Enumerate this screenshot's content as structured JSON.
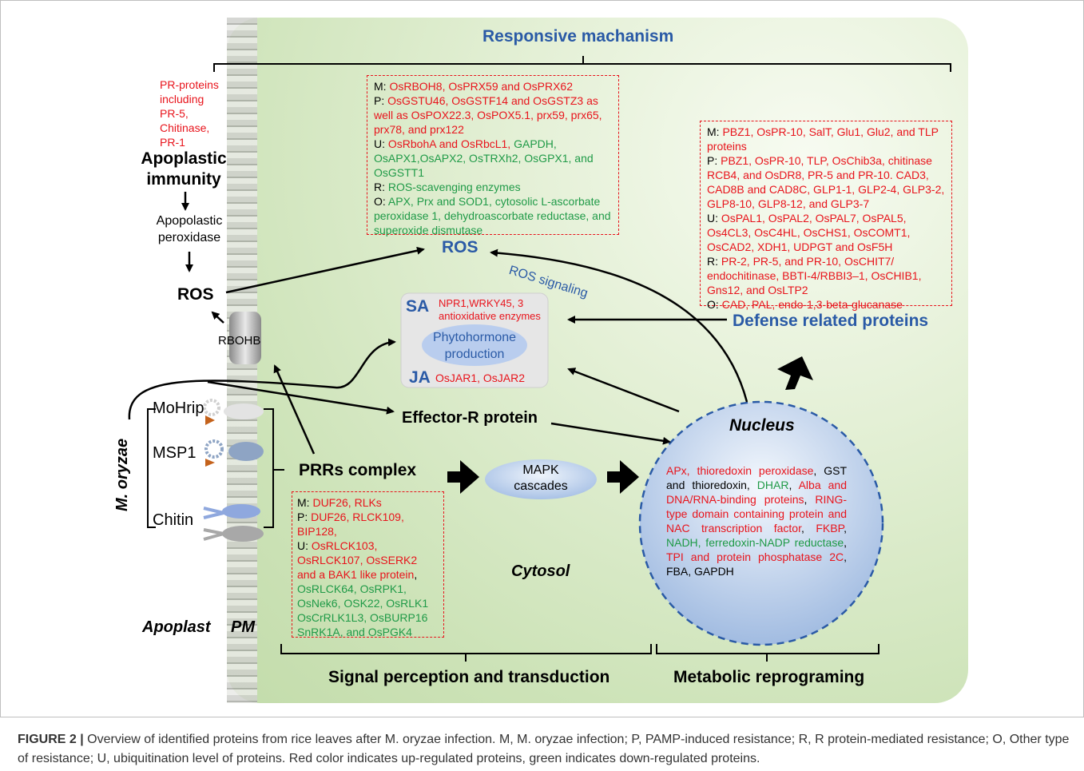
{
  "headings": {
    "responsive": "Responsive machanism",
    "signal": "Signal perception and transduction",
    "metabolic": "Metabolic reprograming"
  },
  "left": {
    "pr_proteins": [
      "PR-proteins",
      "including",
      "PR-5,",
      "Chitinase,",
      "PR-1"
    ],
    "apoplastic": "Apoplastic",
    "immunity": "immunity",
    "peroxidase_1": "Apopolastic",
    "peroxidase_2": "peroxidase",
    "ros": "ROS",
    "rbohb": "RBOHB",
    "pathogen": "M. oryzae",
    "mohrip": "MoHrip",
    "msp1": "MSP1",
    "chitin": "Chitin",
    "apoplast": "Apoplast",
    "pm": "PM"
  },
  "ros_box": [
    [
      {
        "t": "M: ",
        "c": "k"
      },
      {
        "t": "OsRBOH8, OsPRX59 and OsPRX62",
        "c": "r"
      }
    ],
    [
      {
        "t": "P: ",
        "c": "k"
      },
      {
        "t": "OsGSTU46, OsGSTF14 and OsGSTZ3 as well as OsPOX22.3, OsPOX5.1, prx59, prx65, prx78, and prx122",
        "c": "r"
      }
    ],
    [
      {
        "t": "U: ",
        "c": "k"
      },
      {
        "t": "OsRbohA and OsRbcL1, ",
        "c": "r"
      },
      {
        "t": "GAPDH, OsAPX1,OsAPX2, OsTRXh2, OsGPX1, and OsGSTT1",
        "c": "g"
      }
    ],
    [
      {
        "t": "R: ",
        "c": "k"
      },
      {
        "t": "ROS-scavenging enzymes",
        "c": "g"
      }
    ],
    [
      {
        "t": "O: ",
        "c": "k"
      },
      {
        "t": "APX, Prx and SOD1, cytosolic L-ascorbate peroxidase 1, dehydroascorbate reductase, and superoxide dismutase",
        "c": "g"
      }
    ]
  ],
  "center": {
    "ros": "ROS",
    "ros_signaling": "ROS signaling",
    "sa": "SA",
    "sa_text_1": "NPR1,WRKY45, 3",
    "sa_text_2": "antioxidative enzymes",
    "phyto_1": "Phytohormone",
    "phyto_2": "production",
    "ja": "JA",
    "ja_text": "OsJAR1, OsJAR2",
    "effector": "Effector-R protein",
    "prrs": "PRRs complex",
    "mapk_1": "MAPK",
    "mapk_2": "cascades",
    "cytosol": "Cytosol",
    "nucleus": "Nucleus",
    "defense": "Defense related proteins"
  },
  "defense_box": [
    [
      {
        "t": "M: ",
        "c": "k"
      },
      {
        "t": "PBZ1, OsPR-10, SalT, Glu1, Glu2, and TLP proteins",
        "c": "r"
      }
    ],
    [
      {
        "t": "P: ",
        "c": "k"
      },
      {
        "t": "PBZ1, OsPR-10, TLP, OsChib3a, chitinase RCB4, and OsDR8, PR-5 and PR-10. CAD3, CAD8B and CAD8C, GLP1-1, GLP2-4, GLP3-2, GLP8-10, GLP8-12, and GLP3-7",
        "c": "r"
      }
    ],
    [
      {
        "t": "U: ",
        "c": "k"
      },
      {
        "t": "OsPAL1, OsPAL2, OsPAL7, OsPAL5, Os4CL3, OsC4HL, OsCHS1, OsCOMT1, OsCAD2, XDH1, UDPGT and OsF5H",
        "c": "r"
      }
    ],
    [
      {
        "t": "R: ",
        "c": "k"
      },
      {
        "t": "PR-2, PR-5, and PR-10, OsCHIT7/ endochitinase, BBTI-4/RBBI3–1, OsCHIB1, Gns12, and OsLTP2",
        "c": "r"
      }
    ],
    [
      {
        "t": "O: ",
        "c": "k"
      },
      {
        "t": "CAD, PAL, endo-1,3-beta-glucanase",
        "c": "r"
      }
    ]
  ],
  "prr_box": [
    [
      {
        "t": "M: ",
        "c": "k"
      },
      {
        "t": "DUF26, RLKs",
        "c": "r"
      }
    ],
    [
      {
        "t": "P: ",
        "c": "k"
      },
      {
        "t": "DUF26, RLCK109, BIP128,",
        "c": "r"
      }
    ],
    [
      {
        "t": "U: ",
        "c": "k"
      },
      {
        "t": "OsRLCK103, OsRLCK107, OsSERK2 and a BAK1 like protein",
        "c": "r"
      },
      {
        "t": ", ",
        "c": "k"
      },
      {
        "t": "OsRLCK64, OsRPK1, OsNek6, OSK22, OsRLK1 OsCrRLK1L3, OsBURP16 SnRK1A, and OsPGK4",
        "c": "g"
      }
    ]
  ],
  "nucleus_box": [
    [
      {
        "t": "APx, thioredoxin peroxidase",
        "c": "r"
      },
      {
        "t": ", GST and thioredoxin, ",
        "c": "k"
      },
      {
        "t": "DHAR",
        "c": "g"
      },
      {
        "t": ", ",
        "c": "k"
      },
      {
        "t": "Alba and DNA/RNA-binding proteins",
        "c": "r"
      },
      {
        "t": ", ",
        "c": "k"
      },
      {
        "t": "RING-type domain containing protein and NAC transcription factor",
        "c": "r"
      },
      {
        "t": ", ",
        "c": "k"
      },
      {
        "t": "FKBP",
        "c": "r"
      },
      {
        "t": ", ",
        "c": "k"
      },
      {
        "t": "NADH, ferredoxin-NADP reductase",
        "c": "g"
      },
      {
        "t": ", ",
        "c": "k"
      },
      {
        "t": "TPI and protein phosphatase 2C",
        "c": "r"
      },
      {
        "t": ", FBA, GAPDH",
        "c": "k"
      }
    ]
  ],
  "caption": {
    "label": "FIGURE 2 |",
    "text": " Overview of identified proteins from rice leaves after M. oryzae infection. M, M. oryzae infection; P, PAMP-induced resistance; R, R protein-mediated resistance; O, Other type of resistance; U, ubiquitination level of proteins. Red color indicates up-regulated proteins, green indicates down-regulated proteins."
  },
  "colors": {
    "red": "#e8141c",
    "green": "#1f9a47",
    "blue": "#2a5aa6",
    "cell": "#cde3b8"
  }
}
